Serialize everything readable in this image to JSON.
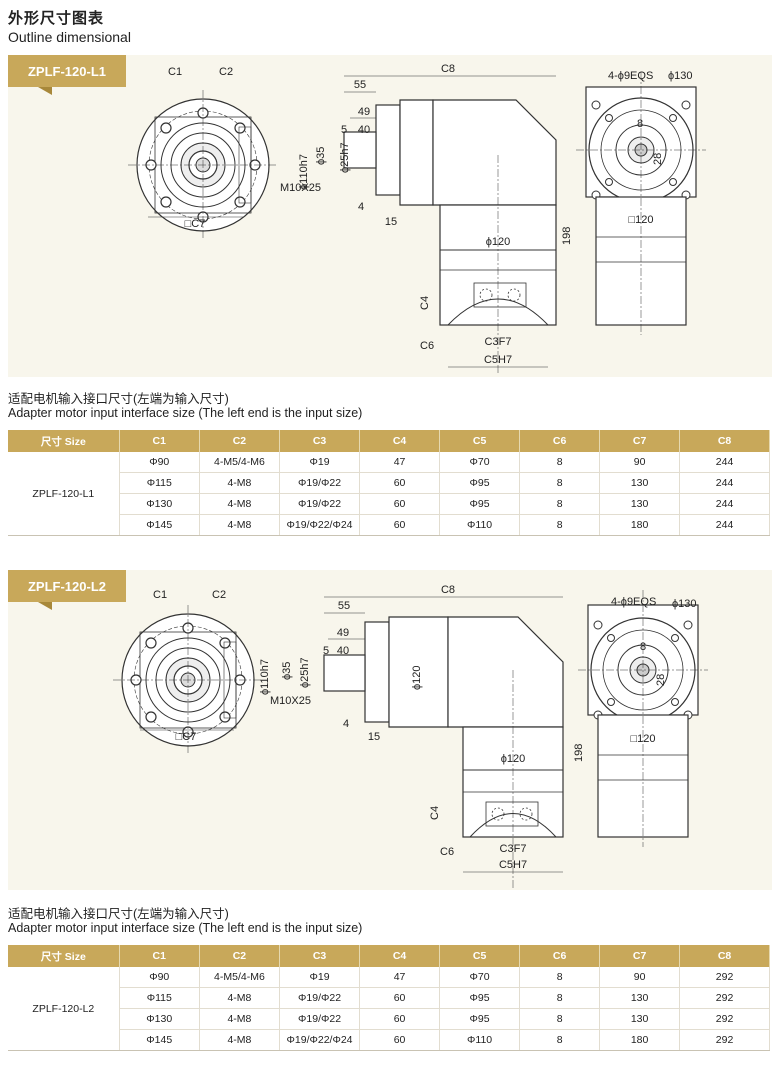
{
  "header": {
    "title_cn": "外形尺寸图表",
    "title_en": "Outline dimensional"
  },
  "labels": {
    "c1": "C1",
    "c2": "C2",
    "c3f7": "C3F7",
    "c4": "C4",
    "c5h7": "C5H7",
    "c6": "C6",
    "c7": "□C7",
    "c8": "C8",
    "d55": "55",
    "d49": "49",
    "d40": "40",
    "d5": "5",
    "d4": "4",
    "d15": "15",
    "phi110": "ϕ110h7",
    "phi35": "ϕ35",
    "phi25": "ϕ25h7",
    "m10": "M10X25",
    "phi120": "ϕ120",
    "sq120": "□120",
    "holes": "4-ϕ9EQS",
    "phi130": "ϕ130",
    "d8": "8",
    "d28": "28",
    "d198": "198"
  },
  "sections": [
    {
      "tag": "ZPLF-120-L1",
      "sub_cn": "适配电机输入接口尺寸(左端为输入尺寸)",
      "sub_en": "Adapter motor input interface size (The left end is the input size)",
      "table": {
        "headers": [
          "尺寸 Size",
          "C1",
          "C2",
          "C3",
          "C4",
          "C5",
          "C6",
          "C7",
          "C8"
        ],
        "model": "ZPLF-120-L1",
        "rows": [
          [
            "Φ90",
            "4-M5/4-M6",
            "Φ19",
            "47",
            "Φ70",
            "8",
            "90",
            "244"
          ],
          [
            "Φ115",
            "4-M8",
            "Φ19/Φ22",
            "60",
            "Φ95",
            "8",
            "130",
            "244"
          ],
          [
            "Φ130",
            "4-M8",
            "Φ19/Φ22",
            "60",
            "Φ95",
            "8",
            "130",
            "244"
          ],
          [
            "Φ145",
            "4-M8",
            "Φ19/Φ22/Φ24",
            "60",
            "Φ110",
            "8",
            "180",
            "244"
          ]
        ]
      }
    },
    {
      "tag": "ZPLF-120-L2",
      "sub_cn": "适配电机输入接口尺寸(左端为输入尺寸)",
      "sub_en": "Adapter motor input interface size (The left end is the input size)",
      "table": {
        "headers": [
          "尺寸 Size",
          "C1",
          "C2",
          "C3",
          "C4",
          "C5",
          "C6",
          "C7",
          "C8"
        ],
        "model": "ZPLF-120-L2",
        "rows": [
          [
            "Φ90",
            "4-M5/4-M6",
            "Φ19",
            "47",
            "Φ70",
            "8",
            "90",
            "292"
          ],
          [
            "Φ115",
            "4-M8",
            "Φ19/Φ22",
            "60",
            "Φ95",
            "8",
            "130",
            "292"
          ],
          [
            "Φ130",
            "4-M8",
            "Φ19/Φ22",
            "60",
            "Φ95",
            "8",
            "130",
            "292"
          ],
          [
            "Φ145",
            "4-M8",
            "Φ19/Φ22/Φ24",
            "60",
            "Φ110",
            "8",
            "180",
            "292"
          ]
        ]
      }
    }
  ]
}
